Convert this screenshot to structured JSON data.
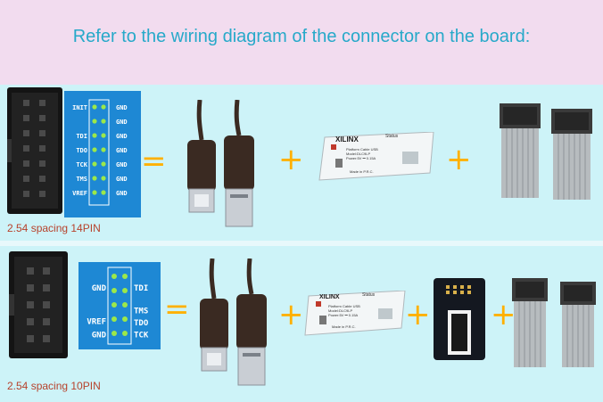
{
  "title": "Refer to the wiring diagram of the connector on the board:",
  "section_14pin": {
    "caption": "2.54 spacing 14PIN",
    "left_labels": [
      "INIT",
      "TDI",
      "TDO",
      "TCK",
      "TMS",
      "VREF"
    ],
    "right_labels": [
      "GND",
      "GND",
      "GND",
      "GND",
      "GND",
      "GND",
      "GND"
    ]
  },
  "section_10pin": {
    "caption": "2.54 spacing 10PIN",
    "left_labels": [
      "GND",
      "VREF",
      "GND"
    ],
    "right_labels": [
      "TDI",
      "TMS",
      "TDO",
      "TCK"
    ]
  },
  "device": {
    "brand": "XILINX",
    "status": "Status",
    "line1": "Platform Cable USB",
    "line2": "Model:DLC9LP",
    "line3": "Power:5V ⎓ 0.15A",
    "footer": "Made in P.R.C."
  },
  "operators": {
    "equals": "=",
    "plus": "+"
  },
  "colors": {
    "title": "#27a9c9",
    "caption": "#b7422c",
    "pinout_bg": "#1e88d4",
    "operator": "#ffb000"
  }
}
